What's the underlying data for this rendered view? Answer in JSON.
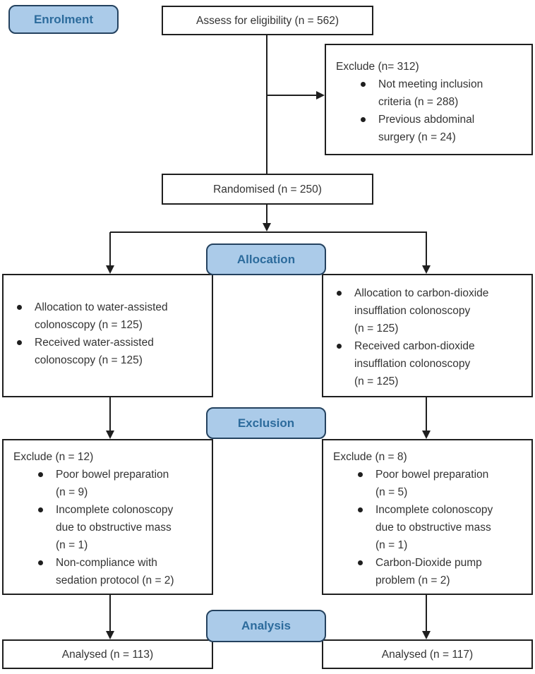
{
  "badges": {
    "enrolment": "Enrolment",
    "allocation": "Allocation",
    "exclusion": "Exclusion",
    "analysis": "Analysis"
  },
  "boxes": {
    "assess": {
      "text": "Assess for eligibility (n = 562)"
    },
    "exclude_top": {
      "header": "Exclude (n= 312)",
      "items": [
        "Not meeting inclusion\ncriteria (n = 288)",
        "Previous abdominal\nsurgery (n = 24)"
      ]
    },
    "randomised": {
      "text": "Randomised (n = 250)"
    },
    "allocation_left": {
      "items": [
        "Allocation to water-assisted\ncolonoscopy (n = 125)",
        "Received water-assisted\ncolonoscopy (n = 125)"
      ]
    },
    "allocation_right": {
      "items": [
        "Allocation to carbon-dioxide\ninsufflation colonoscopy\n(n = 125)",
        "Received carbon-dioxide\ninsufflation colonoscopy\n(n = 125)"
      ]
    },
    "exclusion_left": {
      "header": "Exclude (n = 12)",
      "items": [
        "Poor bowel preparation\n(n = 9)",
        "Incomplete colonoscopy\ndue to obstructive mass\n(n = 1)",
        "Non-compliance with\nsedation protocol (n = 2)"
      ]
    },
    "exclusion_right": {
      "header": "Exclude (n = 8)",
      "items": [
        "Poor bowel preparation\n(n = 5)",
        "Incomplete colonoscopy\ndue to obstructive mass\n(n = 1)",
        "Carbon-Dioxide pump\nproblem (n = 2)"
      ]
    },
    "analysed_left": {
      "text": "Analysed (n = 113)"
    },
    "analysed_right": {
      "text": "Analysed (n = 117)"
    }
  },
  "colors": {
    "badge_fill": "#abcbe9",
    "badge_border": "#24425f",
    "badge_text": "#2c6b9c",
    "box_border": "#1f1f1f",
    "line": "#1f1f1f",
    "text": "#333333",
    "background": "#ffffff"
  }
}
